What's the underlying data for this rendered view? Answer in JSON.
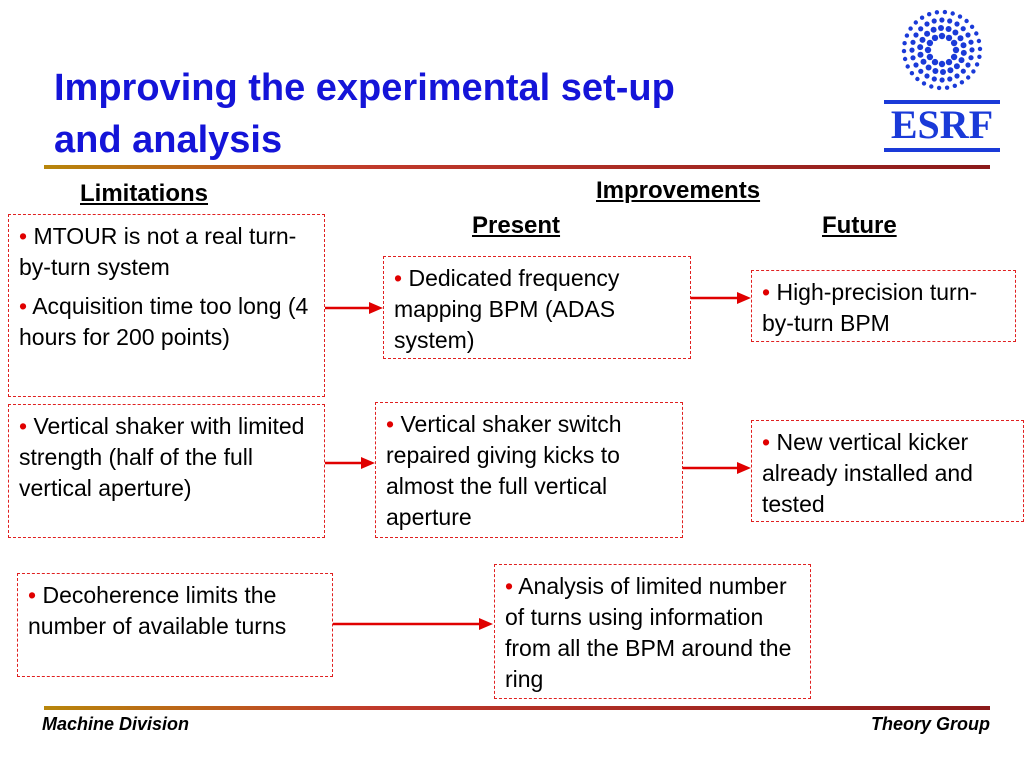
{
  "slide": {
    "title_line1": "Improving the experimental set-up",
    "title_line2": "and analysis",
    "logo_text": "ESRF",
    "accent_color": "#1414d8",
    "box_border_color": "#e02020"
  },
  "headings": {
    "limitations": "Limitations",
    "improvements": "Improvements",
    "present": "Present",
    "future": "Future"
  },
  "limitations": {
    "box1": [
      "MTOUR is not a real turn-by-turn system",
      "Acquisition time too long (4 hours for 200 points)"
    ],
    "box2": "Vertical shaker with limited strength (half of the full  vertical aperture)",
    "box3": "Decoherence limits the number of available turns"
  },
  "present": {
    "box1": "Dedicated frequency mapping BPM (ADAS system)",
    "box2": "Vertical shaker switch repaired giving kicks to almost the full vertical aperture",
    "box3": "Analysis of limited number of turns using information from all the BPM around the ring"
  },
  "future": {
    "box1": "High-precision turn-by-turn BPM",
    "box2": "New vertical kicker already installed and tested"
  },
  "bullet_char": "•",
  "footer": {
    "left": "Machine Division",
    "right": "Theory Group"
  }
}
